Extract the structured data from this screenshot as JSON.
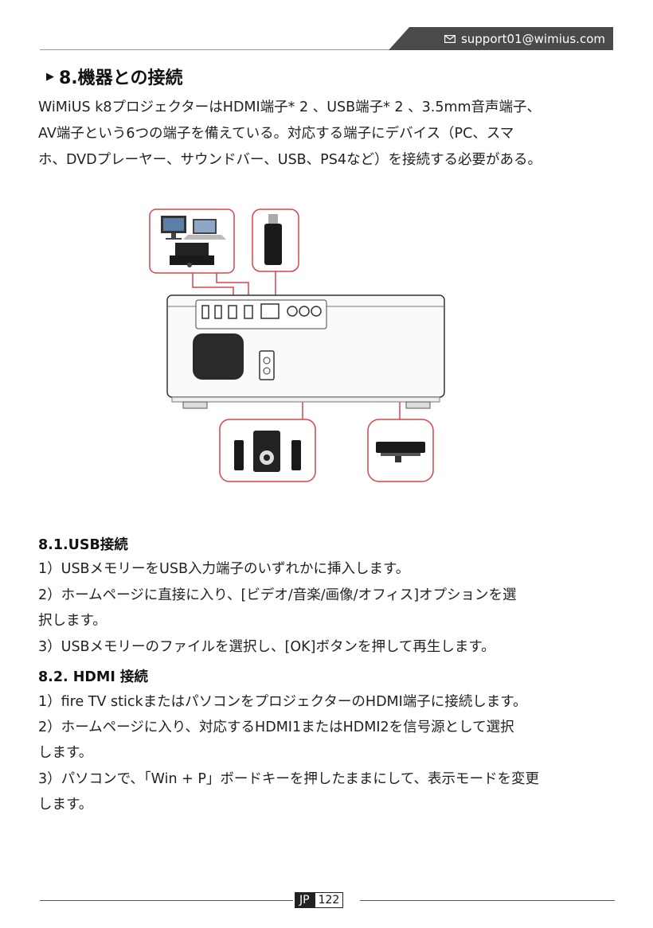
{
  "header": {
    "email": "support01@wimius.com"
  },
  "section": {
    "title": "8.機器との接続",
    "intro_lines": [
      "WiMiUS k8プロジェクターはHDMI端子* 2 、USB端子* 2 、3.5mm音声端子、",
      "AV端子という6つの端子を備えている。対応する端子にデバイス（PC、スマ",
      "ホ、DVDプレーヤー、サウンドバー、USB、PS4など）を接続する必要がある。"
    ]
  },
  "usb": {
    "heading": "8.1.USB接続",
    "lines": [
      "1）USBメモリーをUSB入力端子のいずれかに挿入します。",
      "2）ホームページに直接に入り、[ビデオ/音楽/画像/オフィス]オプションを選",
      "択します。",
      "3）USBメモリーのファイルを選択し、[OK]ボタンを押して再生します。"
    ]
  },
  "hdmi": {
    "heading": "8.2. HDMI 接続",
    "lines": [
      "1）fire TV stickまたはパソコンをプロジェクターのHDMI端子に接続します。",
      "2）ホームページに入り、対応するHDMI1またはHDMI2を信号源として選択",
      "します。",
      "3）パソコンで、「Win + P」ボードキーを押したままにして、表示モードを変更",
      "します。"
    ]
  },
  "footer": {
    "lang": "JP",
    "page": "122"
  },
  "colors": {
    "accent_red": "#d9434a",
    "header_tab": "#4a4a4a"
  }
}
